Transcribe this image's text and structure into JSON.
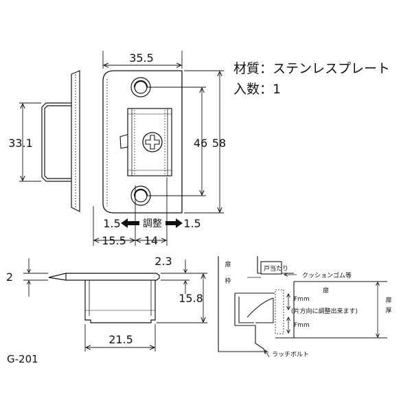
{
  "spec": {
    "material": "材質：ステンレスプレート",
    "quantity": "入数：1"
  },
  "model_code": "G-201",
  "front_view": {
    "width": "35.5",
    "height_total": "58",
    "hole_pitch": "46",
    "bolt_height": "33.1",
    "adjust_label": "調整",
    "adjust_left": "1.5",
    "adjust_right": "1.5",
    "offset_left": "15.5",
    "offset_right": "14"
  },
  "side_view": {
    "plate_thickness": "2",
    "lip": "2.3",
    "depth": "15.8",
    "box_width": "21.5"
  },
  "install_view": {
    "frame": [
      "扉",
      "枠"
    ],
    "door_stop": "戸当たり",
    "cushion": "クッションゴム等",
    "door": "扉",
    "door_thickness": [
      "扉",
      "厚"
    ],
    "f1": "Fmm",
    "note": "(片方向に調整出来ます)",
    "f2": "Fmm",
    "latch_bolt": "ラッチボルト"
  }
}
